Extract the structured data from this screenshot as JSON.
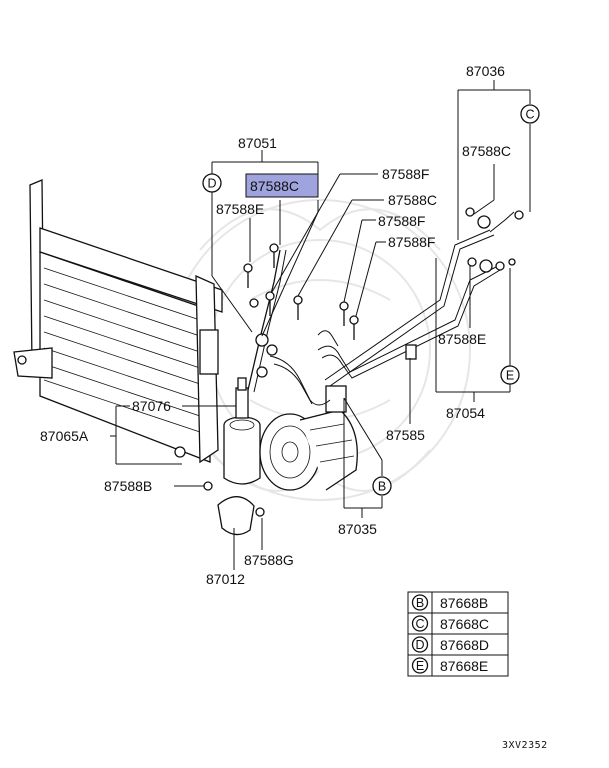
{
  "labels": {
    "p87036": "87036",
    "p87051": "87051",
    "p87588F_a": "87588F",
    "p87588C_hl": "87588C",
    "p87588C_a": "87588C",
    "p87588C_b": "87588C",
    "p87588E_a": "87588E",
    "p87588F_b": "87588F",
    "p87588F_c": "87588F",
    "p87588E_b": "87588E",
    "p87076": "87076",
    "p87065A": "87065A",
    "p87585": "87585",
    "p87054": "87054",
    "p87588B": "87588B",
    "p87035": "87035",
    "p87588G": "87588G",
    "p87012": "87012"
  },
  "callouts": {
    "b": "B",
    "c": "C",
    "d": "D",
    "e": "E"
  },
  "legend": {
    "rows": [
      {
        "key": "B",
        "part": "87668B"
      },
      {
        "key": "C",
        "part": "87668C"
      },
      {
        "key": "D",
        "part": "87668D"
      },
      {
        "key": "E",
        "part": "87668E"
      }
    ]
  },
  "diagram_code": "3XV2352",
  "colors": {
    "highlight": "#9fa3de",
    "line": "#111111",
    "watermark": "#e6e6e6"
  }
}
